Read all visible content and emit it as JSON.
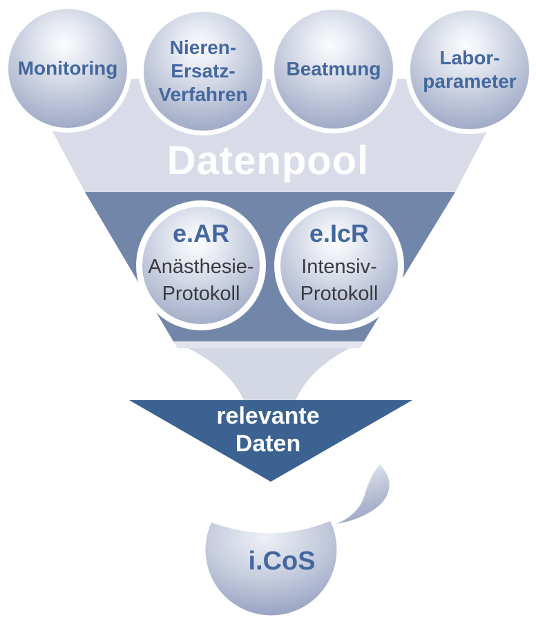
{
  "diagram": {
    "title": "Datenpool",
    "sources": [
      {
        "label": "Monitoring"
      },
      {
        "label": "Nieren-\nErsatz-\nVerfahren"
      },
      {
        "label": "Beatmung"
      },
      {
        "label": "Labor-\nparameter"
      }
    ],
    "protocols": [
      {
        "abbr": "e.AR",
        "name": "Anästhesie-\nProtokoll"
      },
      {
        "abbr": "e.IcR",
        "name": "Intensiv-\nProtokoll"
      }
    ],
    "arrow_label": "relevante\nDaten",
    "output_label": "i.CoS",
    "colors": {
      "funnel_light": "#d9dce8",
      "funnel_band": "#7286a9",
      "arrow": "#3b6290",
      "label_blue": "#44689e",
      "protocol_text": "#3a3a3f",
      "sphere_edge": "#98a3c2",
      "ring_white": "#ffffff"
    }
  }
}
